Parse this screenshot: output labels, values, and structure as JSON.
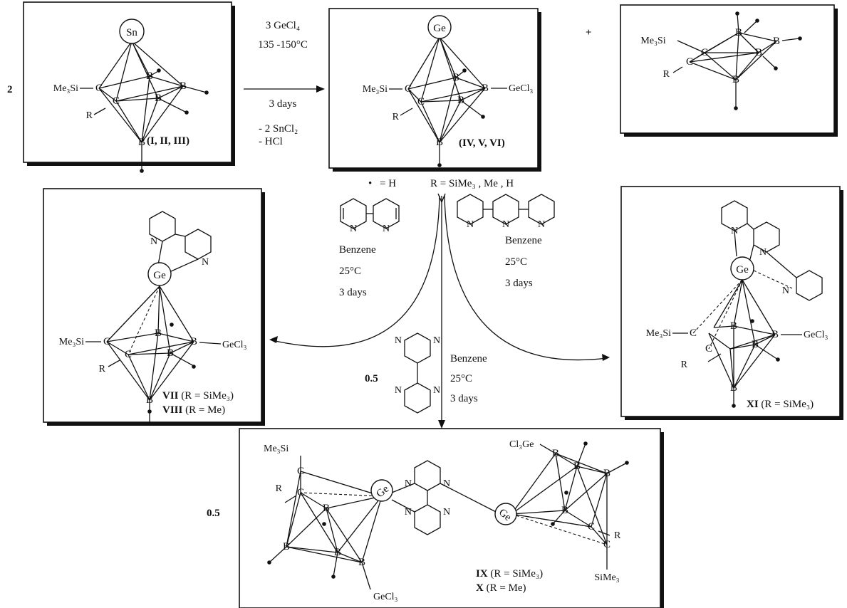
{
  "coefficients": {
    "two": "2",
    "plus": "+",
    "half_left": "0.5",
    "half_mid": "0.5"
  },
  "atoms": {
    "sn": "Sn",
    "ge": "Ge",
    "me3si": "Me₃Si",
    "c": "C",
    "b": "B",
    "r": "R",
    "gecl3": "GeCl₃",
    "cl3ge": "Cl₃Ge",
    "sime3": "SiMe₃",
    "n": "N"
  },
  "step1": {
    "reagent": "3 GeCl₄",
    "temperature": "135 -150°C",
    "time": "3  days",
    "byproduct1": "- 2 SnCl₂",
    "byproduct2": "- HCl"
  },
  "compounds": {
    "start": "(I, II, III)",
    "product": "(IV, V, VI)",
    "vii": "VII",
    "vii_r": "(R = SiMe₃)",
    "viii": "VIII",
    "viii_r": "(R = Me)",
    "xi": "XI",
    "xi_r": "(R = SiMe₃)",
    "ix": "IX",
    "ix_r": "(R = SiMe₃)",
    "x": "X",
    "x_r": "(R = Me)"
  },
  "legend": {
    "dot": "•",
    "eq": "=  H",
    "r_def": "R =  SiMe₃ , Me , H"
  },
  "conditions": {
    "solvent": "Benzene",
    "temp": "25°C",
    "time": "3 days"
  }
}
